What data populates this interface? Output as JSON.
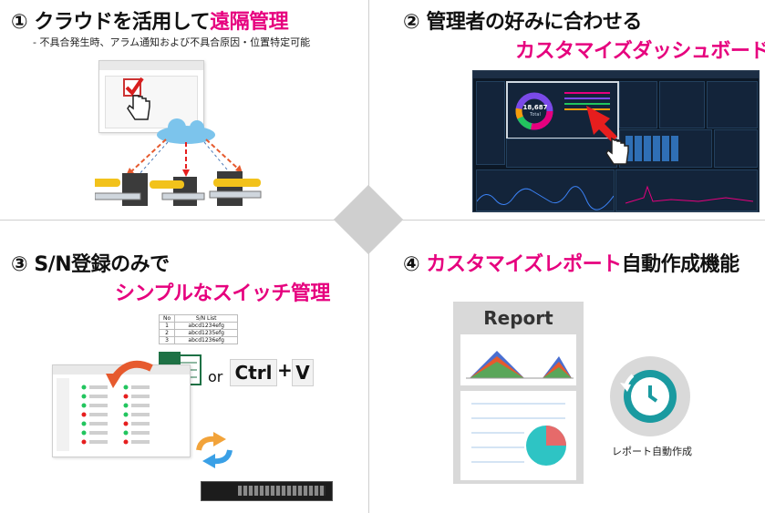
{
  "section1": {
    "num": "①",
    "title_plain": "クラウドを活用して",
    "title_accent": "遠隔管理",
    "note": "- 不具合発生時、アラム通知および不具合原因・位置特定可能"
  },
  "section2": {
    "num": "②",
    "title": "管理者の好みに合わせる",
    "subtitle": "カスタマイズダッシュボード",
    "donut_value": "18,687",
    "donut_label": "Total"
  },
  "section3": {
    "num": "③",
    "title": "S/N登録のみで",
    "subtitle": "シンプルなスイッチ管理",
    "table_headers": [
      "No",
      "S/N List"
    ],
    "table_rows": [
      [
        "1",
        "abcd1234efg"
      ],
      [
        "2",
        "abcd1235efg"
      ],
      [
        "3",
        "abcd1236efg"
      ]
    ],
    "or_text": "or",
    "key_ctrl": "Ctrl",
    "key_plus": "+",
    "key_v": "V"
  },
  "section4": {
    "num": "④",
    "title_accent": "カスタマイズレポート",
    "title_plain": "自動作成機能",
    "report_title": "Report",
    "icon_caption": "レポート自動作成"
  },
  "colors": {
    "accent": "#e6007e",
    "teal": "#1a9aa0",
    "excel_green": "#1e7145",
    "orange_arrow": "#e65a2e"
  }
}
